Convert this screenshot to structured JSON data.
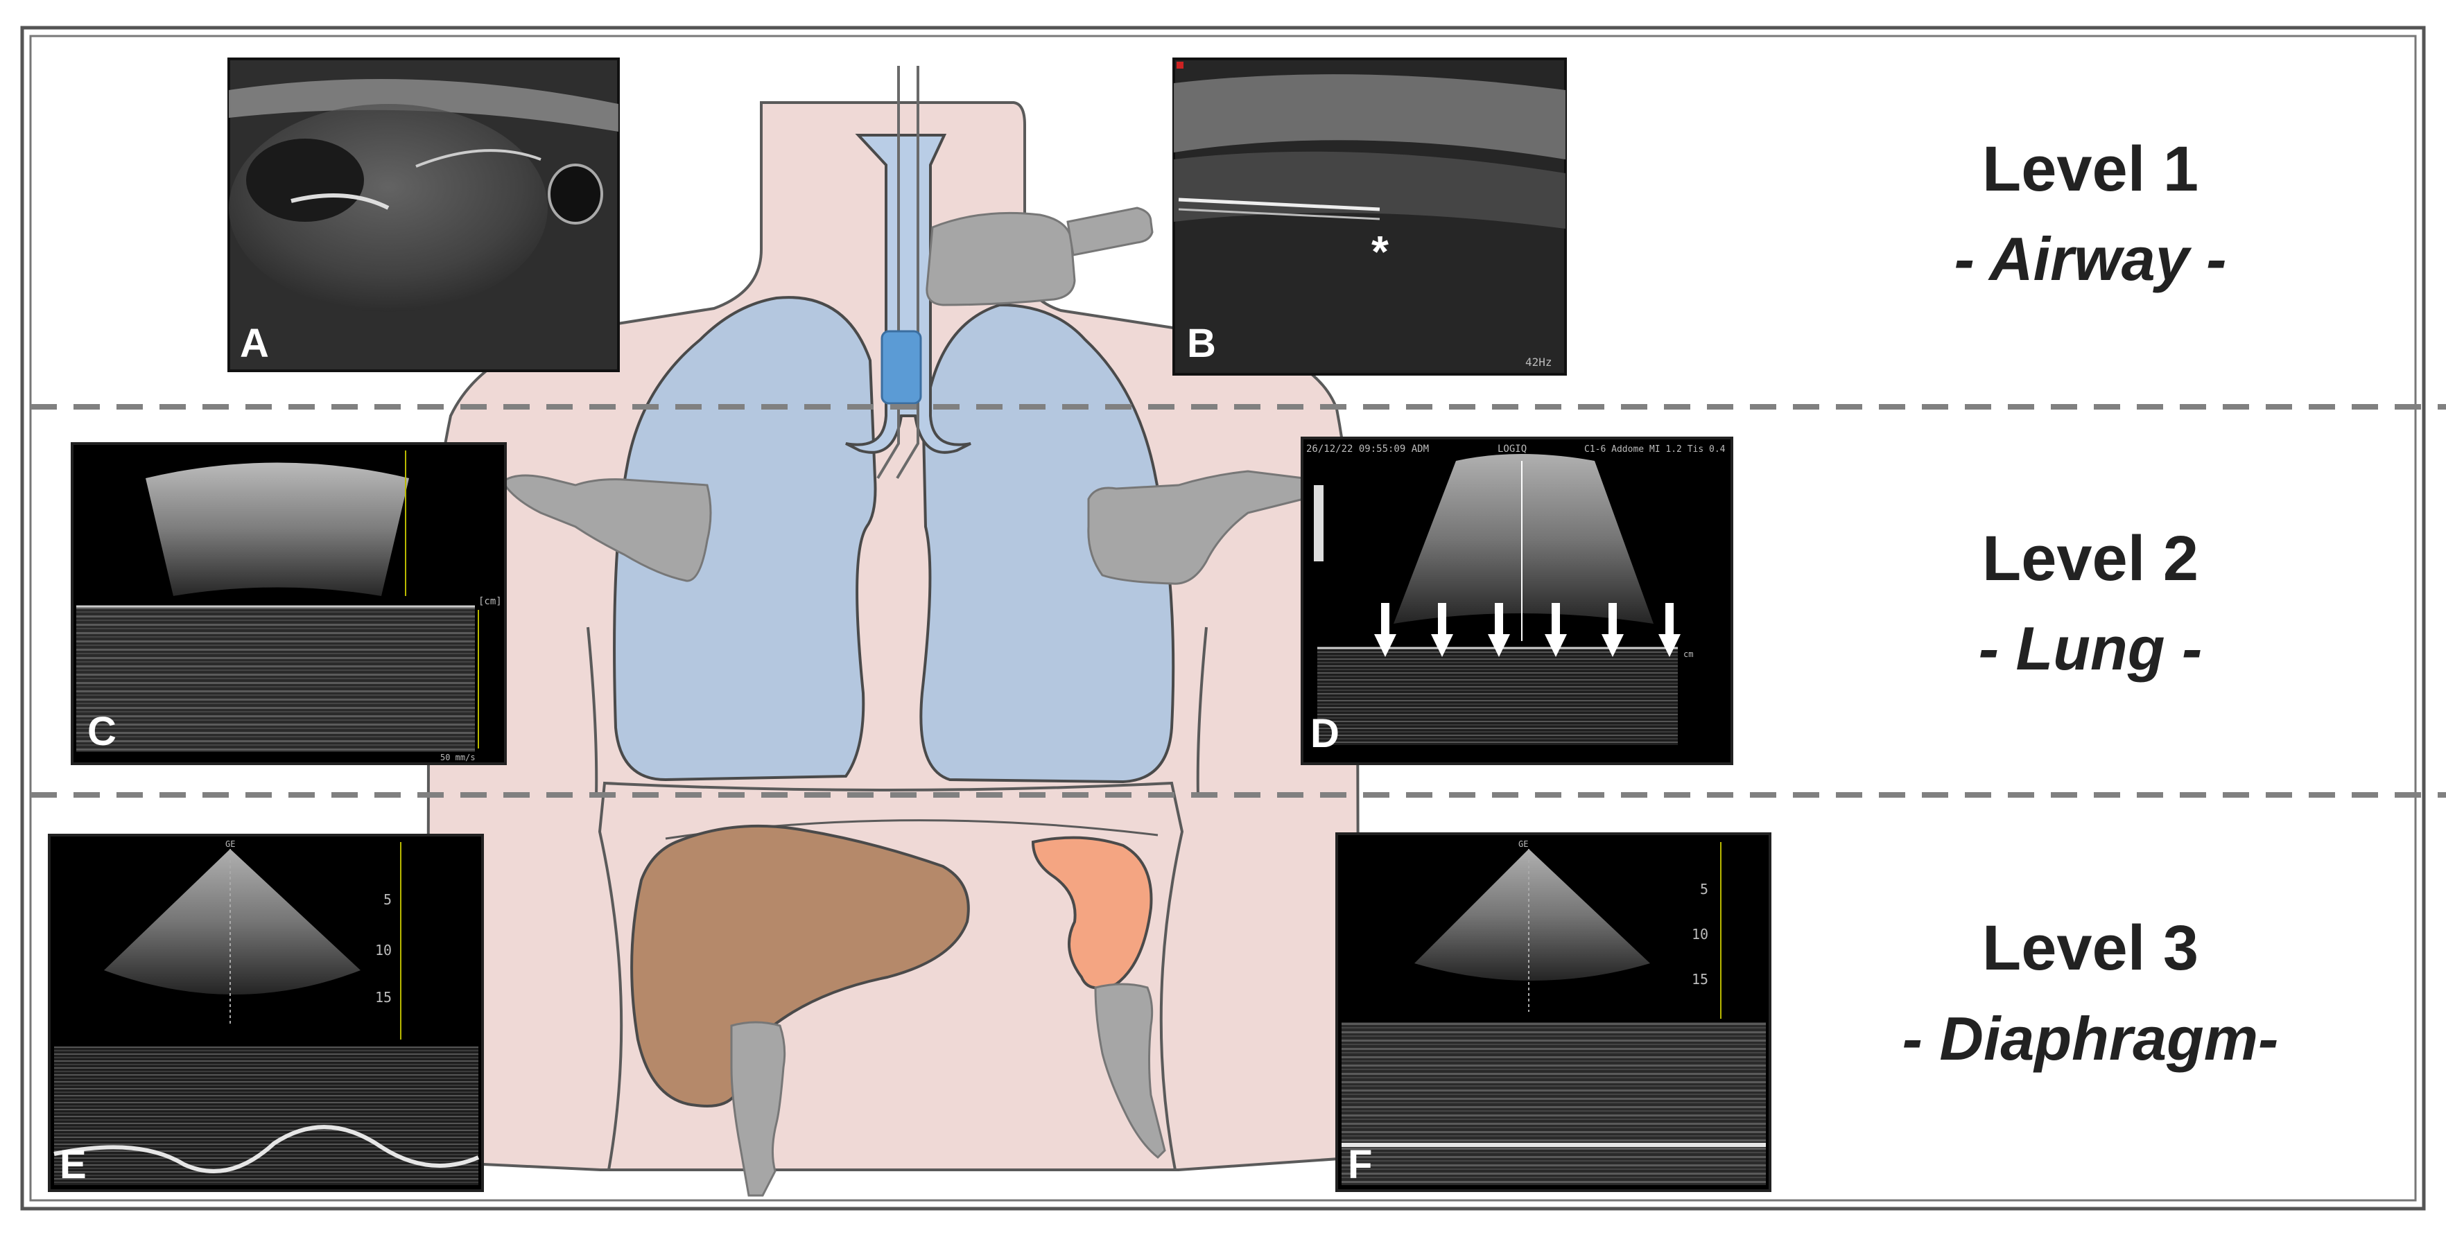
{
  "levels": [
    {
      "title": "Level 1",
      "subtitle": "- Airway -"
    },
    {
      "title": "Level 2",
      "subtitle": "- Lung -"
    },
    {
      "title": "Level 3",
      "subtitle": "- Diaphragm-"
    }
  ],
  "panels": {
    "a": {
      "letter": "A"
    },
    "b": {
      "letter": "B",
      "marker": "*",
      "freq": "42Hz"
    },
    "c": {
      "letter": "C",
      "depth_unit": "[cm]",
      "speed": "50 mm/s"
    },
    "d": {
      "letter": "D",
      "header_left": "26/12/22 09:55:09 ADM",
      "header_mid": "LOGIQ",
      "header_right": "C1-6 Addome MI 1.2 Tis 0.4",
      "depth_unit": "cm"
    },
    "e": {
      "letter": "E",
      "probe": "GE"
    },
    "f": {
      "letter": "F",
      "probe": "GE"
    }
  },
  "depth_ticks": [
    "5",
    "10",
    "15"
  ],
  "icons": [
    "ultrasound-probe-icon",
    "asterisk-icon",
    "down-arrow-icon"
  ],
  "colors": {
    "body": "#efd9d6",
    "lung": "#b4c7df",
    "trachea": "#b9cde6",
    "cuff": "#5b9bd5",
    "liver": "#b5896a",
    "spleen": "#f4a582",
    "probe": "#a6a6a6",
    "divider": "#808080"
  }
}
